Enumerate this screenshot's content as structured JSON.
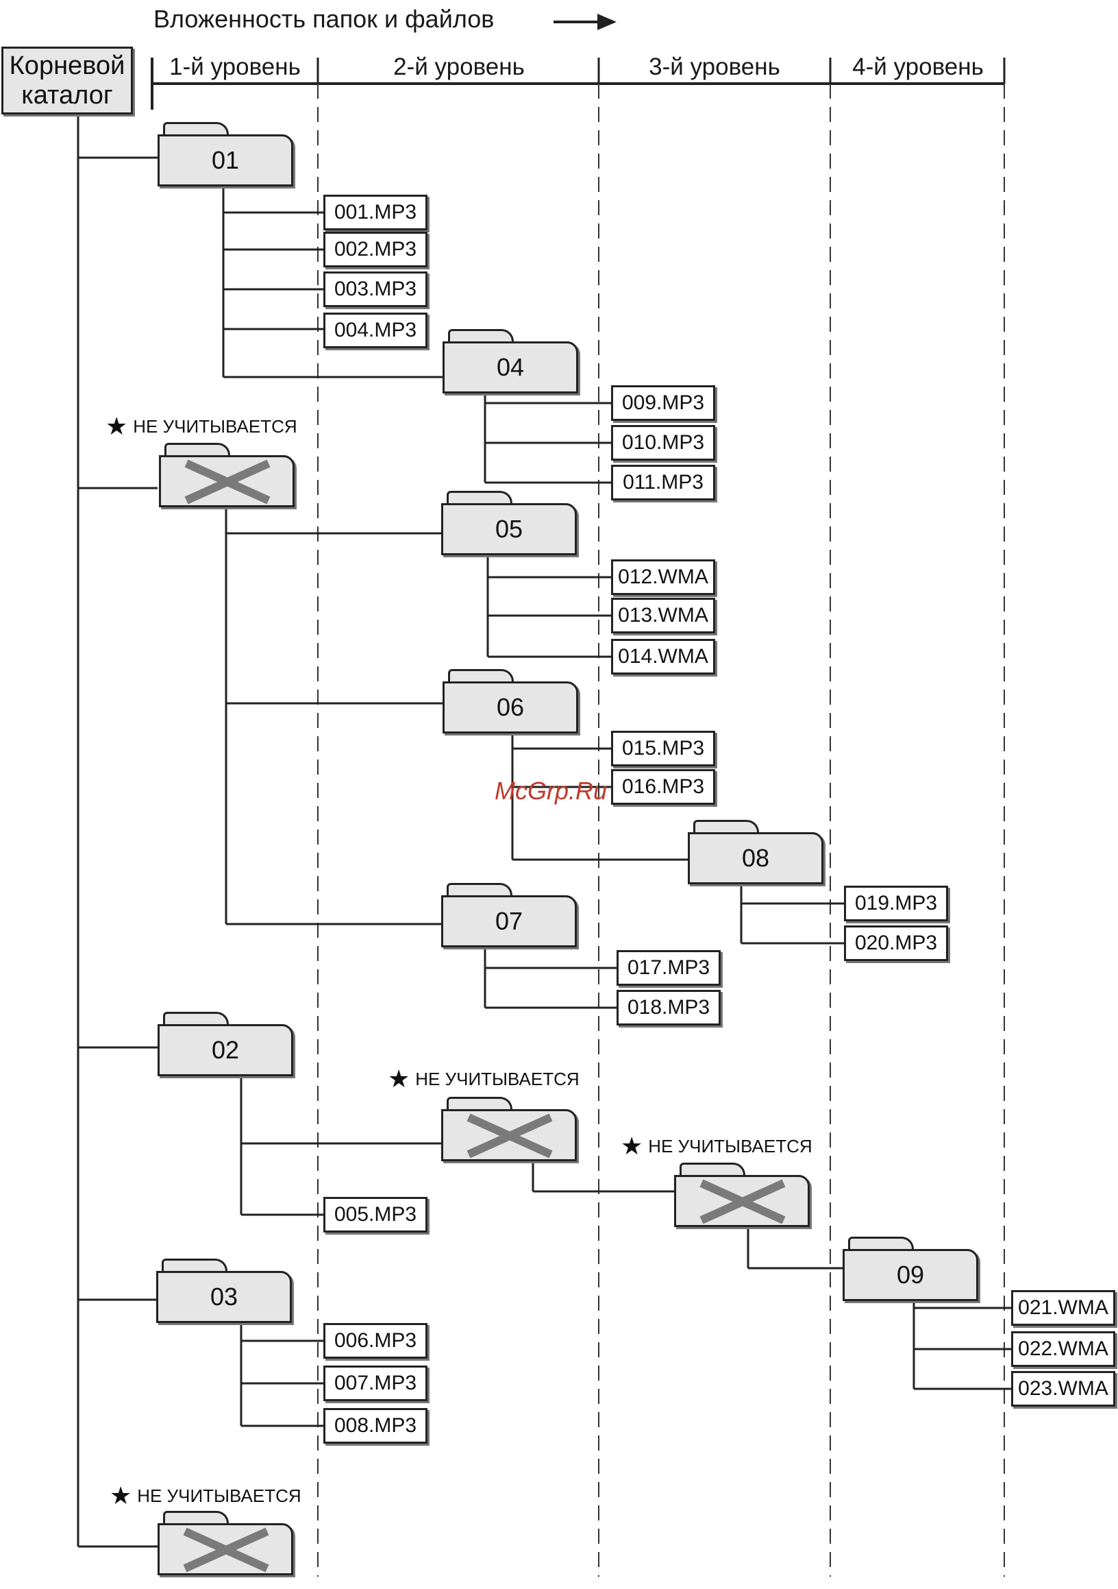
{
  "diagram": {
    "title": "Вложенность папок и файлов",
    "root_label_line1": "Корневой",
    "root_label_line2": "каталог",
    "levels": [
      "1-й уровень",
      "2-й уровень",
      "3-й уровень",
      "4-й уровень"
    ],
    "ignored_note": "НЕ УЧИТЫВАЕТСЯ",
    "star_glyph": "★",
    "watermark": "McGrp.Ru",
    "folders": {
      "f01": "01",
      "f02": "02",
      "f03": "03",
      "f04": "04",
      "f05": "05",
      "f06": "06",
      "f07": "07",
      "f08": "08",
      "f09": "09"
    },
    "files": [
      "001.MP3",
      "002.MP3",
      "003.MP3",
      "004.MP3",
      "005.MP3",
      "006.MP3",
      "007.MP3",
      "008.MP3",
      "009.MP3",
      "010.MP3",
      "011.MP3",
      "012.WMA",
      "013.WMA",
      "014.WMA",
      "015.MP3",
      "016.MP3",
      "017.MP3",
      "018.MP3",
      "019.MP3",
      "020.MP3",
      "021.WMA",
      "022.WMA",
      "023.WMA"
    ],
    "colors": {
      "folder_fill": "#e6e6e6",
      "outline": "#222222",
      "cross": "#7a7a7a",
      "watermark": "#c0392b"
    }
  }
}
